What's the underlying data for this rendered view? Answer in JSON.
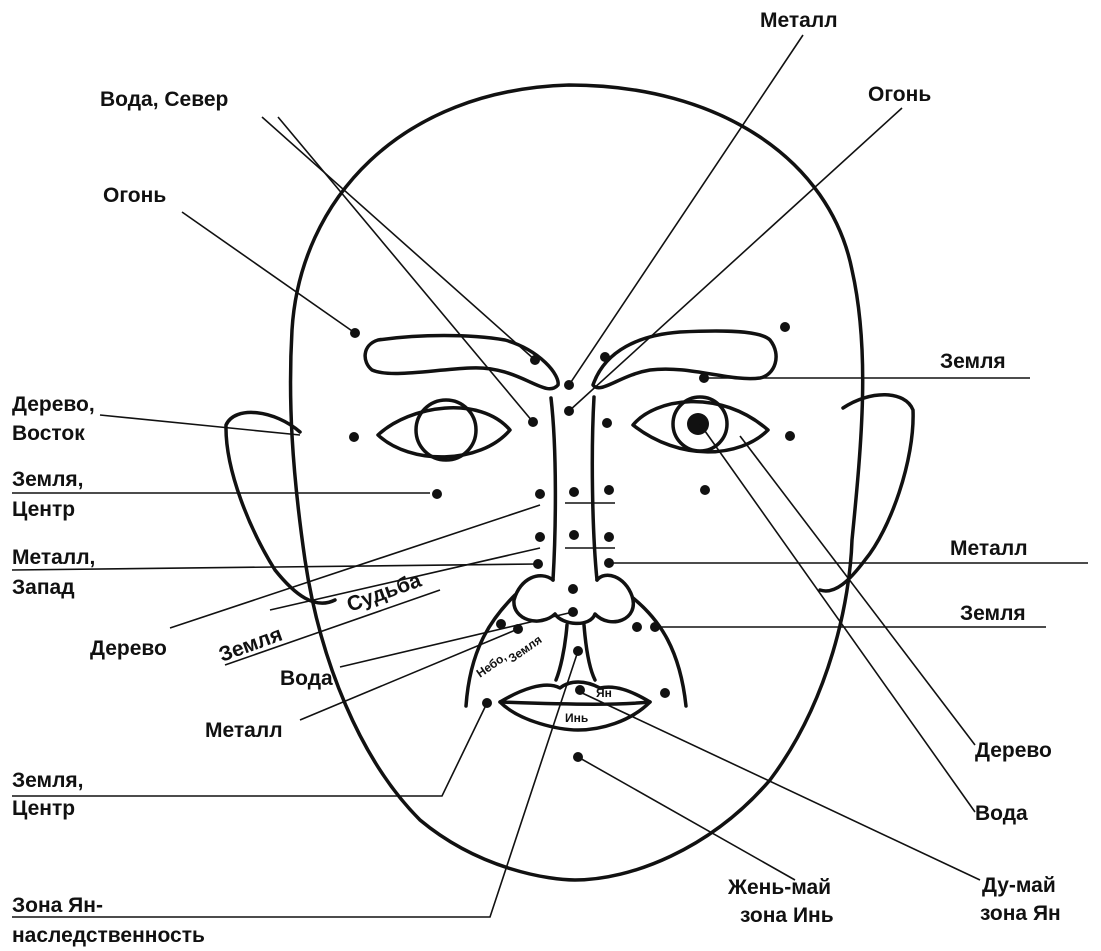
{
  "labels": {
    "metal_top": "Металл",
    "water_north": "Вода, Север",
    "fire_top_right": "Огонь",
    "fire_left": "Огонь",
    "earth_right_brow": "Земля",
    "wood_east_l1": "Дерево,",
    "wood_east_l2": "Восток",
    "earth_center_l1": "Земля,",
    "earth_center_l2": "Центр",
    "metal_west_l1": "Металл,",
    "metal_west_l2": "Запад",
    "metal_right_nose": "Металл",
    "earth_right_cheek": "Земля",
    "fate": "Судьба",
    "earth_slant": "Земля",
    "wood_left": "Дерево",
    "water_left": "Вода",
    "metal_left_lower": "Металл",
    "sky_earth_1": "Небо,",
    "sky_earth_2": "Земля",
    "yang_lip": "Ян",
    "yin_lip": "Инь",
    "earth_center2_l1": "Земля,",
    "earth_center2_l2": "Центр",
    "wood_right": "Дерево",
    "water_right": "Вода",
    "zone_yang_l1": "Зона Ян-",
    "zone_yang_l2": "наследственность",
    "renmai_l1": "Жень-май",
    "renmai_l2": "зона Инь",
    "dumai_l1": "Ду-май",
    "dumai_l2": "зона Ян"
  }
}
